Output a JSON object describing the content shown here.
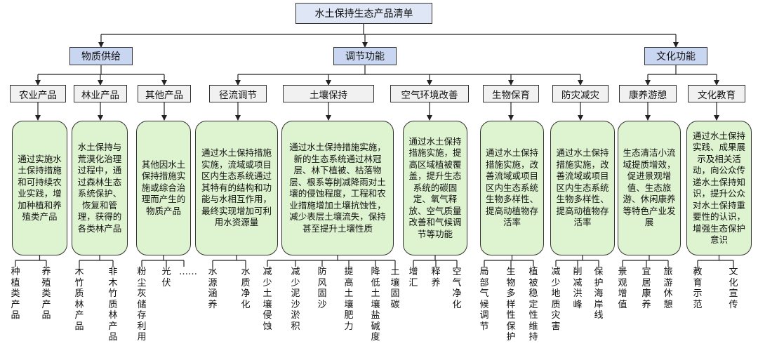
{
  "root": "水土保持生态产品清单",
  "categories": [
    {
      "label": "物质供给",
      "children": [
        {
          "label": "农业产品",
          "desc": "通过实施水土保持措施和可持续农业实践，增加种植和养殖类产品",
          "leaves": [
            "种植类产品",
            "养殖类产品"
          ]
        },
        {
          "label": "林业产品",
          "desc": "水土保持与荒漠化治理过程中，通过森林生态系统保护、恢复和管理，获得的各类林产品",
          "leaves": [
            "木竹质林产品",
            "非木竹质林产品"
          ]
        },
        {
          "label": "其他产品",
          "desc": "其他因水土保持措施实施或综合治理而产生的物质产品",
          "leaves": [
            "粉尘灰储存利用",
            "光伏",
            "……"
          ]
        }
      ]
    },
    {
      "label": "调节功能",
      "children": [
        {
          "label": "径流调节",
          "desc": "通过水土保持措施实施，流域或项目区内生态系统通过其特有的结构和功能与水相互作用，最终实现增加可利用水资源量",
          "leaves": [
            "水源涵养",
            "水质净化"
          ]
        },
        {
          "label": "土壤保持",
          "desc": "通过水土保持措施实施，新的生态系统通过林冠层、林下植被、枯落物层、根系等削减降雨对土壤的侵蚀程度，工程和农业措施增加土壤抗蚀性，减少表层土壤流失，保持甚至提升土壤性质",
          "leaves": [
            "减少土壤侵蚀",
            "减少泥沙淤积",
            "防风固沙",
            "提高土壤肥力",
            "降低土壤盐碱度",
            "土壤固碳"
          ]
        },
        {
          "label": "空气环境改善",
          "desc": "通过水土保持措施实施，提高区域植被覆盖，提升生态系统的碳固定、氧气释放、空气质量改善和气候调节等功能",
          "leaves": [
            "增汇",
            "释养",
            "空气净化"
          ]
        },
        {
          "label": "生物保育",
          "desc": "通过水土保持措施实施，改善流域或项目区内生态系统生物多样性、提高动植物存活率",
          "leaves": [
            "局部气候调节",
            "生物多样性保护",
            "植被稳定性维持"
          ]
        },
        {
          "label": "防灾减灾",
          "desc": "通过水土保持措施实施，改善流域或项目区内生态系统生物多样性、提高动植物存活率",
          "leaves": [
            "减少地质灾害",
            "削减洪峰",
            "保护海岸线"
          ]
        }
      ]
    },
    {
      "label": "文化功能",
      "children": [
        {
          "label": "康养游憩",
          "desc": "生态清洁小流域提质增效，促进景观增值、生态旅游、休闲康养等特色产业发展",
          "leaves": [
            "景观增值",
            "宜居康养",
            "旅游休憩"
          ]
        },
        {
          "label": "文化教育",
          "desc": "通过水土保持实践、成果展示及相关活动，向公众传递水土保持知识，提升公众对水土保持重要性的认识，增强生态保护意识",
          "leaves": [
            "教育示范",
            "文化宣传"
          ]
        }
      ]
    }
  ]
}
